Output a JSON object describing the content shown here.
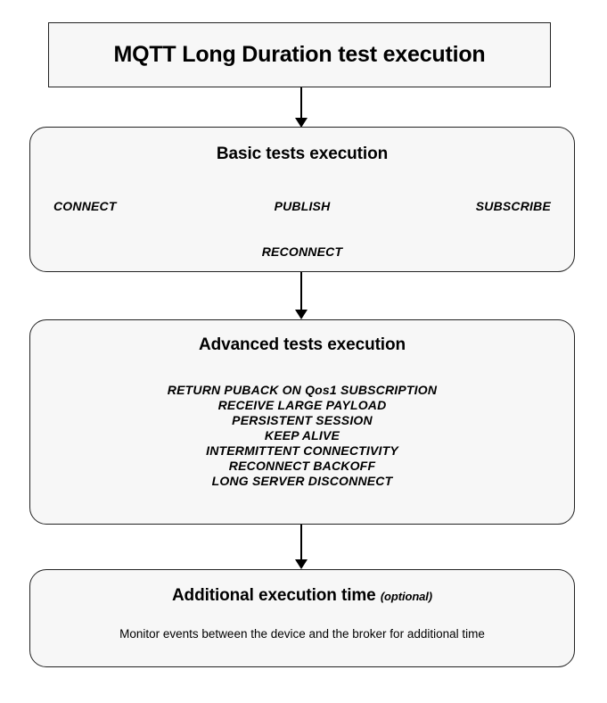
{
  "diagram": {
    "title": "MQTT Long Duration test execution",
    "stages": [
      {
        "id": "basic",
        "heading": "Basic tests execution",
        "row": [
          "CONNECT",
          "PUBLISH",
          "SUBSCRIBE"
        ],
        "sub": "RECONNECT"
      },
      {
        "id": "advanced",
        "heading": "Advanced tests execution",
        "items": [
          "RETURN PUBACK ON Qos1 SUBSCRIPTION",
          "RECEIVE LARGE PAYLOAD",
          "PERSISTENT SESSION",
          "KEEP ALIVE",
          "INTERMITTENT CONNECTIVITY",
          "RECONNECT BACKOFF",
          "LONG SERVER DISCONNECT"
        ]
      },
      {
        "id": "additional",
        "heading": "Additional execution time",
        "optional_tag": "(optional)",
        "description": "Monitor events between the device and the broker for additional time"
      }
    ],
    "colors": {
      "page_background": "#ffffff",
      "node_fill": "#f7f7f7",
      "node_border": "#222222",
      "text": "#000000",
      "arrow": "#000000"
    }
  }
}
